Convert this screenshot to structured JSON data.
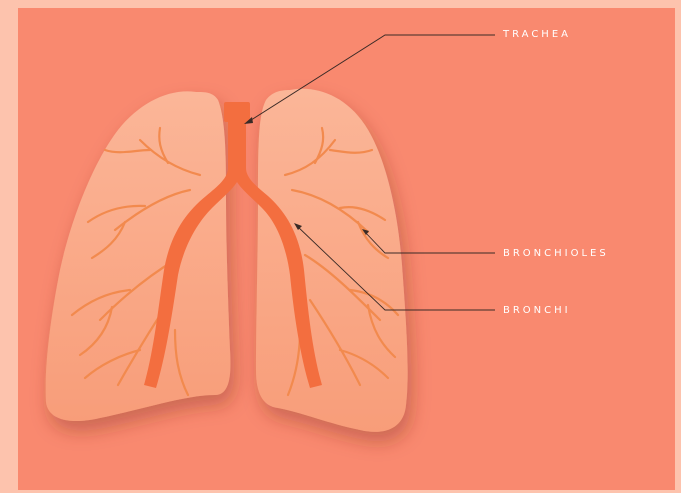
{
  "diagram": {
    "labels": {
      "trachea": "TRACHEA",
      "bronchioles": "BRONCHIOLES",
      "bronchi": "BRONCHI"
    }
  },
  "colors": {
    "background": "#fdc3ad",
    "panel": "#f9896f",
    "lung_fill": "#f9a27d",
    "lung_highlight": "#fbb395",
    "airway": "#f36e3f",
    "branch": "#f28a4e",
    "leader_line": "#3a2a26",
    "label_text": "#ffffff"
  },
  "icons": [
    "lungs-illustration"
  ]
}
